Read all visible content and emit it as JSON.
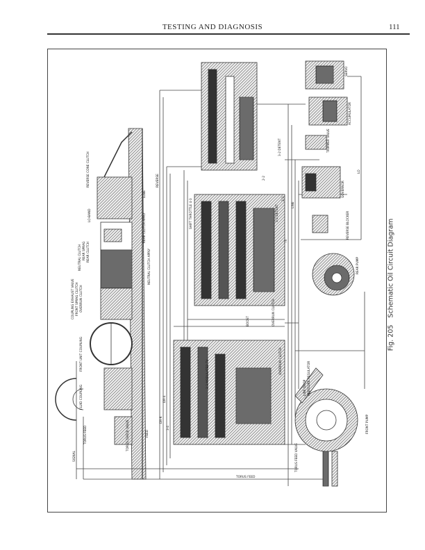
{
  "header": {
    "title": "TESTING AND DIAGNOSIS",
    "page_number": "111"
  },
  "figure": {
    "number": "Fig. 205",
    "caption": "Schematic Oil Circuit Diagram"
  },
  "labels": [
    "REVERSE CONE CLUTCH",
    "LO-BAND",
    "NEUTRAL CLUTCH",
    "REAR SPRAG",
    "REAR CLUTCH",
    "COUPLING EXHAUST VALVE",
    "FRONT SPRAG CLUTCH",
    "OVERRUN CLUTCH",
    "FRONT UNIT COUPLING",
    "FLUID COUPLING",
    "TORUS FEED",
    "TORUS CHECK VALVE",
    "SIGNAL",
    "LUBE",
    "REAR CLUTCH APPLY",
    "NEUTRAL CLUTCH APPLY",
    "REVERSE",
    "FEED",
    "SERVO",
    "ACCUMULATOR",
    "TRIMMER VALVE",
    "GOVERNOR",
    "REVERSE BLOCKER",
    "REAR PUMP",
    "FRONT PUMP",
    "LINE DROP",
    "PRESSURE REGULATOR",
    "TORUS FEED VALVE",
    "LINE",
    "TV",
    "3-2 DETENT",
    "LO",
    "2-3",
    "BOOST",
    "SHIFT THROTTLE 4-3",
    "OVERRUN CLUTCH",
    "DR-4",
    "3-4",
    "2-2",
    "TORUS FEED",
    "2-3 MODULATED TV",
    "DR-R",
    "3-2 DETENT",
    "OVERRUN CLUTCH"
  ]
}
